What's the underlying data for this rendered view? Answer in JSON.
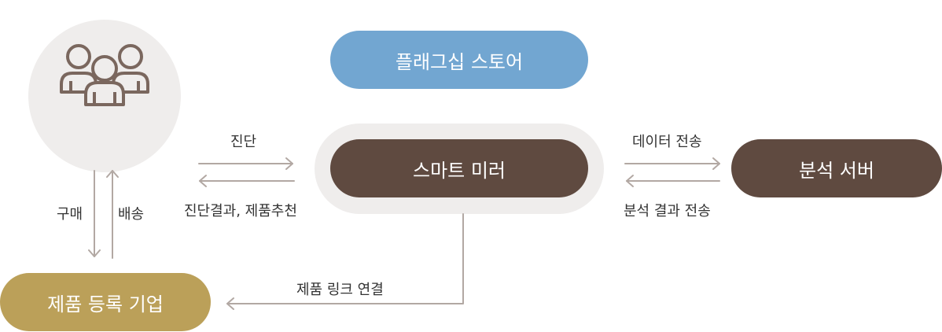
{
  "nodes": {
    "flagship_store": "플래그십 스토어",
    "smart_mirror": "스마트 미러",
    "analysis_server": "분석 서버",
    "product_company": "제품 등록 기업"
  },
  "edges": {
    "diagnosis": "진단",
    "diagnosis_result": "진단결과, 제품추천",
    "data_transfer": "데이터 전송",
    "analysis_result_transfer": "분석 결과 전송",
    "purchase": "구매",
    "delivery": "배송",
    "product_link": "제품 링크 연결"
  },
  "colors": {
    "flagship_store": "#72a6d1",
    "smart_mirror": "#5f4a40",
    "analysis_server": "#5f4a40",
    "product_company": "#bba059",
    "halo": "#efedec",
    "arrow": "#b2a8a3",
    "icon": "#7a675e"
  },
  "icons": {
    "customer": "users-group-icon"
  }
}
